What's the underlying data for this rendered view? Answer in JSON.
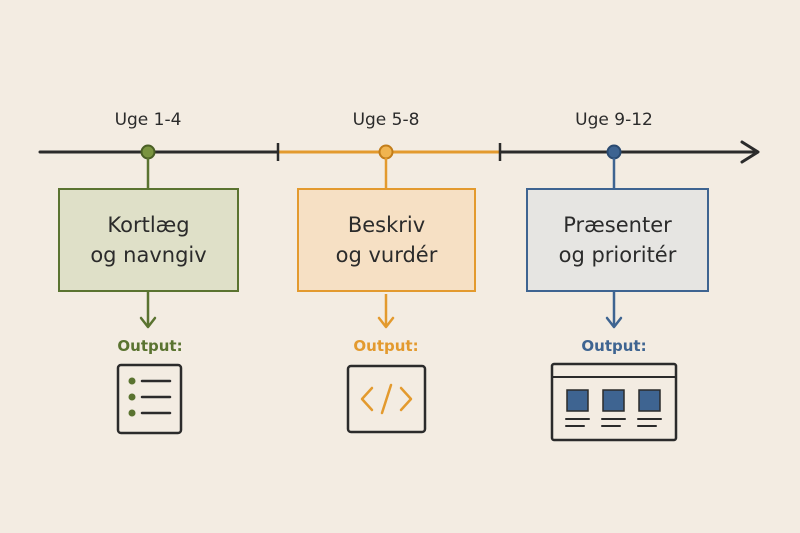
{
  "phases": [
    {
      "week": "Uge 1-4",
      "line1": "Kortlæg",
      "line2": "og navngiv",
      "output_label": "Output:",
      "output_icon": "list-icon",
      "color": "#5a7330",
      "fill": "#dfe0c8"
    },
    {
      "week": "Uge 5-8",
      "line1": "Beskriv",
      "line2": "og vurdér",
      "output_label": "Output:",
      "output_icon": "code-icon",
      "color": "#e39a2e",
      "fill": "#f6e0c4"
    },
    {
      "week": "Uge 9-12",
      "line1": "Præsenter",
      "line2": "og prioritér",
      "output_label": "Output:",
      "output_icon": "dashboard-icon",
      "color": "#3e6491",
      "fill": "#e6e5e2"
    }
  ],
  "timeline": {
    "base_color": "#2b2b2b"
  }
}
